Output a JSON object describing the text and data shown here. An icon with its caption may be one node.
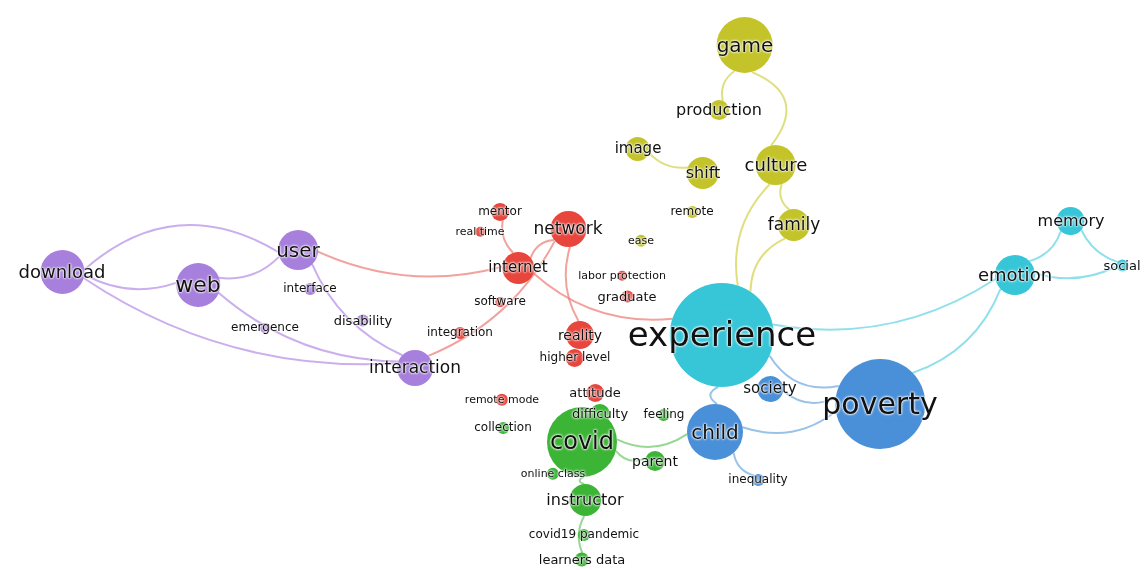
{
  "diagram": {
    "nodes": [
      {
        "text": [
          "download"
        ]
      },
      {
        "text": [
          "web"
        ]
      },
      {
        "text": [
          "user"
        ]
      },
      {
        "text": [
          "interface"
        ]
      },
      {
        "text": [
          "emergence"
        ]
      },
      {
        "text": [
          "disability"
        ]
      },
      {
        "text": [
          "interaction"
        ]
      },
      {
        "text": [
          "mentor"
        ]
      },
      {
        "text": [
          "real time"
        ]
      },
      {
        "text": [
          "network"
        ]
      },
      {
        "text": [
          "internet"
        ]
      },
      {
        "text": [
          "labor protection"
        ]
      },
      {
        "text": [
          "software"
        ]
      },
      {
        "text": [
          "graduate"
        ]
      },
      {
        "text": [
          "integration"
        ]
      },
      {
        "text": [
          "reality"
        ]
      },
      {
        "text": [
          "higher level"
        ]
      },
      {
        "text": [
          "attitude"
        ]
      },
      {
        "text": [
          "remote mode"
        ]
      },
      {
        "text": [
          "difficulty"
        ]
      },
      {
        "text": [
          "feeling"
        ]
      },
      {
        "text": [
          "collection"
        ]
      },
      {
        "text": [
          "covid"
        ]
      },
      {
        "text": [
          "parent"
        ]
      },
      {
        "text": [
          "online class"
        ]
      },
      {
        "text": [
          "instructor"
        ]
      },
      {
        "text": [
          "covid19 pandemic"
        ]
      },
      {
        "text": [
          "learners data"
        ]
      },
      {
        "text": [
          "game"
        ]
      },
      {
        "text": [
          "production"
        ]
      },
      {
        "text": [
          "image"
        ]
      },
      {
        "text": [
          "shift"
        ]
      },
      {
        "text": [
          "culture"
        ]
      },
      {
        "text": [
          "remote"
        ]
      },
      {
        "text": [
          "family"
        ]
      },
      {
        "text": [
          "ease"
        ]
      },
      {
        "text": [
          "experience"
        ]
      },
      {
        "text": [
          "memory"
        ]
      },
      {
        "text": [
          "emotion"
        ]
      },
      {
        "text": [
          "social"
        ]
      },
      {
        "text": [
          "society"
        ]
      },
      {
        "text": [
          "poverty"
        ]
      },
      {
        "text": [
          "child"
        ]
      },
      {
        "text": [
          "inequality"
        ]
      }
    ],
    "edges": [
      {
        "from": 0,
        "to": 1,
        "arrow": "none",
        "color": "#b48ce6"
      },
      {
        "from": 0,
        "to": 2,
        "arrow": "none",
        "color": "#b48ce6"
      },
      {
        "from": 1,
        "to": 2,
        "arrow": "none",
        "color": "#b48ce6"
      },
      {
        "from": 2,
        "to": 6,
        "arrow": "none",
        "color": "#b48ce6"
      },
      {
        "from": 1,
        "to": 6,
        "arrow": "none",
        "color": "#b48ce6"
      },
      {
        "from": 0,
        "to": 6,
        "arrow": "none",
        "color": "#b48ce6"
      },
      {
        "from": 2,
        "to": 10,
        "arrow": "none",
        "color": "#ec7a74"
      },
      {
        "from": 6,
        "to": 9,
        "arrow": "none",
        "color": "#ec7a74"
      },
      {
        "from": 9,
        "to": 10,
        "arrow": "none",
        "color": "#ec7a74"
      },
      {
        "from": 7,
        "to": 10,
        "arrow": "none",
        "color": "#ec7a74"
      },
      {
        "from": 9,
        "to": 15,
        "arrow": "none",
        "color": "#ec7a74"
      },
      {
        "from": 28,
        "to": 32,
        "arrow": "none",
        "color": "#d2d24a"
      },
      {
        "from": 28,
        "to": 29,
        "arrow": "none",
        "color": "#d2d24a"
      },
      {
        "from": 32,
        "to": 34,
        "arrow": "none",
        "color": "#d2d24a"
      },
      {
        "from": 30,
        "to": 31,
        "arrow": "none",
        "color": "#d2d24a"
      },
      {
        "from": 36,
        "to": 41,
        "arrow": "none",
        "color": "#6fa8e0"
      },
      {
        "from": 36,
        "to": 42,
        "arrow": "none",
        "color": "#6fa8e0"
      },
      {
        "from": 36,
        "to": 38,
        "arrow": "none",
        "color": "#5fd3e3"
      },
      {
        "from": 38,
        "to": 37,
        "arrow": "none",
        "color": "#5fd3e3"
      },
      {
        "from": 37,
        "to": 39,
        "arrow": "none",
        "color": "#5fd3e3"
      },
      {
        "from": 38,
        "to": 39,
        "arrow": "none",
        "color": "#5fd3e3"
      },
      {
        "from": 41,
        "to": 38,
        "arrow": "none",
        "color": "#5fd3e3"
      },
      {
        "from": 42,
        "to": 41,
        "arrow": "none",
        "color": "#6fa8e0"
      },
      {
        "from": 40,
        "to": 41,
        "arrow": "none",
        "color": "#6fa8e0"
      },
      {
        "from": 42,
        "to": 43,
        "arrow": "none",
        "color": "#6fa8e0"
      },
      {
        "from": 22,
        "to": 25,
        "arrow": "none",
        "color": "#6cc867"
      },
      {
        "from": 22,
        "to": 23,
        "arrow": "none",
        "color": "#6cc867"
      },
      {
        "from": 22,
        "to": 42,
        "arrow": "none",
        "color": "#6cc867"
      },
      {
        "from": 25,
        "to": 27,
        "arrow": "none",
        "color": "#6cc867"
      },
      {
        "from": 32,
        "to": 36,
        "arrow": "none",
        "color": "#d2d24a"
      },
      {
        "from": 34,
        "to": 36,
        "arrow": "none",
        "color": "#d2d24a"
      },
      {
        "from": 10,
        "to": 36,
        "arrow": "none",
        "color": "#ec7a74"
      }
    ]
  }
}
